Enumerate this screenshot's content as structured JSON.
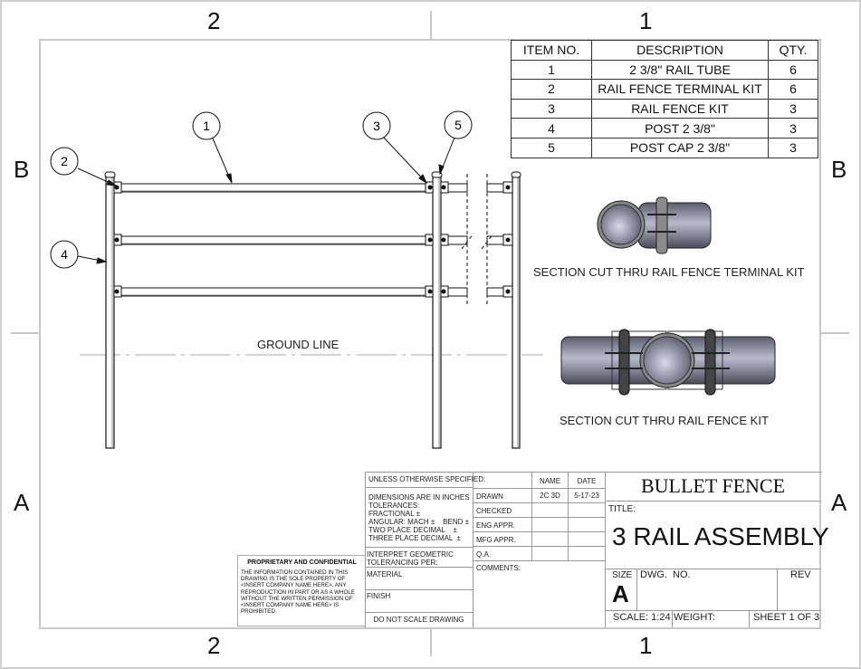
{
  "zones": {
    "top": [
      "2",
      "1"
    ],
    "bottom": [
      "2",
      "1"
    ],
    "left": [
      "B",
      "A"
    ],
    "right": [
      "B",
      "A"
    ]
  },
  "bom": {
    "headers": [
      "ITEM NO.",
      "DESCRIPTION",
      "QTY."
    ],
    "rows": [
      {
        "item": "1",
        "description": "2 3/8\" RAIL TUBE",
        "qty": "6"
      },
      {
        "item": "2",
        "description": "RAIL FENCE TERMINAL KIT",
        "qty": "6"
      },
      {
        "item": "3",
        "description": "RAIL FENCE KIT",
        "qty": "3"
      },
      {
        "item": "4",
        "description": "POST 2 3/8\"",
        "qty": "3"
      },
      {
        "item": "5",
        "description": "POST CAP 2 3/8\"",
        "qty": "3"
      }
    ]
  },
  "balloons": [
    "1",
    "2",
    "3",
    "4",
    "5"
  ],
  "ground_line_label": "GROUND LINE",
  "sections": {
    "terminal_kit_caption": "SECTION CUT THRU RAIL FENCE TERMINAL KIT",
    "fence_kit_caption": "SECTION CUT THRU RAIL FENCE KIT"
  },
  "title_block": {
    "unless_specified": "UNLESS OTHERWISE SPECIFIED:",
    "dimensions": "DIMENSIONS ARE IN INCHES",
    "tolerances": "TOLERANCES:",
    "fractional": "FRACTIONAL ±",
    "angular": "ANGULAR: MACH ±    BEND ±",
    "two_place": "TWO PLACE DECIMAL    ±",
    "three_place": "THREE PLACE DECIMAL  ±",
    "interpret": "INTERPRET GEOMETRIC",
    "tolerancing": "TOLERANCING PER:",
    "material": "MATERIAL",
    "finish": "FINISH",
    "do_not_scale": "DO NOT SCALE DRAWING",
    "name_header": "NAME",
    "date_header": "DATE",
    "roles": [
      "DRAWN",
      "CHECKED",
      "ENG APPR.",
      "MFG APPR.",
      "Q.A."
    ],
    "drawn_name": "2C 3D",
    "drawn_date": "5-17-23",
    "comments": "COMMENTS:",
    "company": "BULLET FENCE",
    "title_label": "TITLE:",
    "title": "3 RAIL ASSEMBLY",
    "size_label": "SIZE",
    "size": "A",
    "dwg_no_label": "DWG.  NO.",
    "rev_label": "REV",
    "scale": "SCALE: 1:24",
    "weight": "WEIGHT:",
    "sheet": "SHEET 1 OF 3"
  },
  "proprietary": {
    "heading": "PROPRIETARY AND CONFIDENTIAL",
    "lines": [
      "THE INFORMATION CONTAINED IN THIS",
      "DRAWING IS THE SOLE PROPERTY OF",
      "<INSERT COMPANY NAME HERE>.  ANY",
      "REPRODUCTION IN PART OR AS A WHOLE",
      "WITHOUT THE WRITTEN PERMISSION OF",
      "<INSERT COMPANY NAME HERE> IS",
      "PROHIBITED."
    ]
  }
}
